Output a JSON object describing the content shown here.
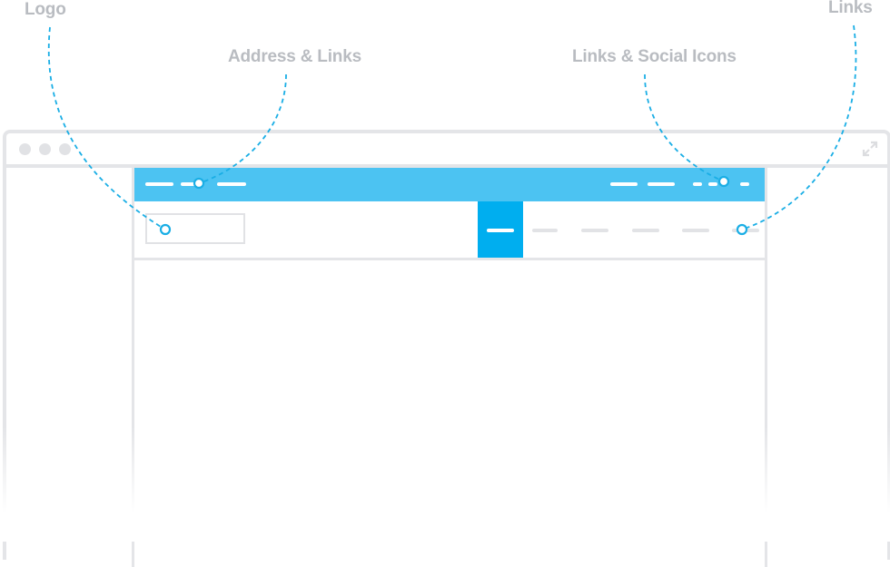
{
  "callouts": {
    "logo": "Logo",
    "address_links": "Address & Links",
    "links_social": "Links & Social Icons",
    "links": "Links"
  },
  "colors": {
    "topbar": "#4cc3f2",
    "active_nav": "#00aeef",
    "callout_line": "#1aaee5",
    "label": "#b9bcc1",
    "frame": "#e4e5e8"
  }
}
